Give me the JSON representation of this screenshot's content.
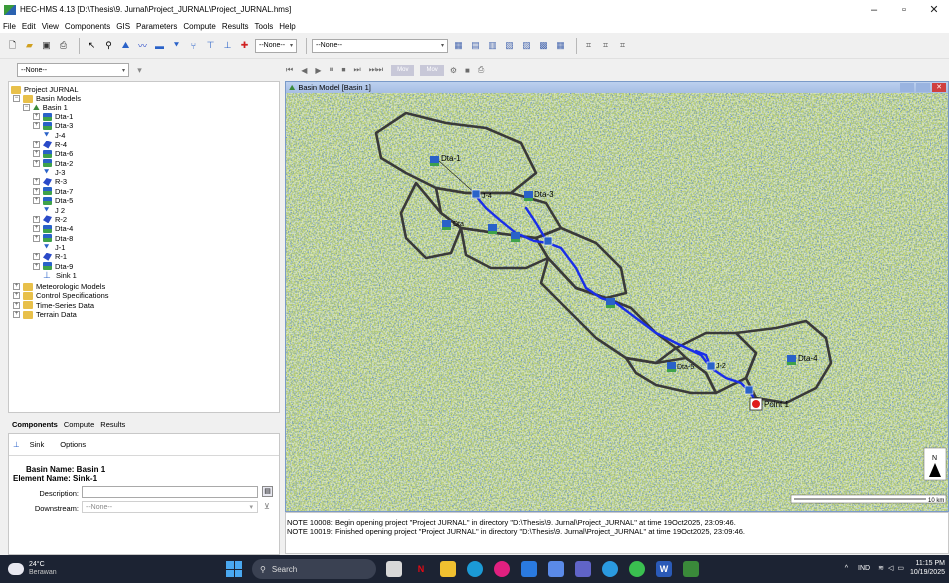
{
  "window": {
    "title": "HEC-HMS 4.13 [D:\\Thesis\\9. Jurnal\\Project_JURNAL\\Project_JURNAL.hms]",
    "minimize": "–",
    "restore": "▫",
    "close": "✕"
  },
  "menu": [
    "File",
    "Edit",
    "View",
    "Components",
    "GIS",
    "Parameters",
    "Compute",
    "Results",
    "Tools",
    "Help"
  ],
  "toolbar": {
    "combo1": "--None--",
    "combo2": "--None--",
    "combo3": "--None--"
  },
  "playback": {
    "buttons": [
      "⏮",
      "◀",
      "▶",
      "⏸",
      "⏹",
      "⏭",
      "⏭⏭"
    ],
    "btn_a": "Mov",
    "btn_b": "Mov"
  },
  "tree": {
    "project": "Project JURNAL",
    "basin_models": "Basin Models",
    "basin1": "Basin 1",
    "elements": [
      {
        "type": "sub",
        "label": "Dta-1"
      },
      {
        "type": "sub",
        "label": "Dta-3"
      },
      {
        "type": "junc",
        "label": "J-4"
      },
      {
        "type": "reach",
        "label": "R-4"
      },
      {
        "type": "sub",
        "label": "Dta-6"
      },
      {
        "type": "sub",
        "label": "Dta-2"
      },
      {
        "type": "junc",
        "label": "J-3"
      },
      {
        "type": "reach",
        "label": "R-3"
      },
      {
        "type": "sub",
        "label": "Dta-7"
      },
      {
        "type": "sub",
        "label": "Dta-5"
      },
      {
        "type": "junc",
        "label": "J 2"
      },
      {
        "type": "reach",
        "label": "R-2"
      },
      {
        "type": "sub",
        "label": "Dta-4"
      },
      {
        "type": "sub",
        "label": "Dta-8"
      },
      {
        "type": "junc",
        "label": "J-1"
      },
      {
        "type": "reach",
        "label": "R-1"
      },
      {
        "type": "sub",
        "label": "Dta-9"
      },
      {
        "type": "sink",
        "label": "Sink 1"
      }
    ],
    "others": [
      "Meteorologic Models",
      "Control Specifications",
      "Time-Series Data",
      "Terrain Data"
    ]
  },
  "bottom_tabs": [
    "Components",
    "Compute",
    "Results"
  ],
  "props": {
    "tabs": [
      "Sink",
      "Options"
    ],
    "basin_name": "Basin Name: Basin 1",
    "element_name": "Element Name: Sink-1",
    "description_label": "Description:",
    "downstream_label": "Downstream:",
    "downstream_value": "--None--"
  },
  "map": {
    "title": "Basin Model [Basin 1]",
    "labels": {
      "dta1": "Dta-1",
      "dta3": "Dta-3",
      "j4": "J-4",
      "dtaleft": "Dta",
      "j2": "J-2",
      "dta4": "Dta-4",
      "dta5": "Dta-5",
      "point": "Point 1"
    },
    "north": "N",
    "scale": "10 km"
  },
  "messages": [
    "NOTE 10008:  Begin opening project \"Project JURNAL\" in directory \"D:\\Thesis\\9. Jurnal\\Project_JURNAL\" at time 19Oct2025, 23:09:46.",
    "NOTE 10019:  Finished opening project \"Project JURNAL\" in directory \"D:\\Thesis\\9. Jurnal\\Project_JURNAL\" at time 19Oct2025, 23:09:46."
  ],
  "taskbar": {
    "temp": "24°C",
    "weather": "Berawan",
    "search": "Search",
    "lang": "IND",
    "time": "11:15 PM",
    "date": "10/19/2025"
  },
  "colors": {
    "map_bg": "#b9cf74",
    "river": "#1a2ee8",
    "boundary": "#3a3a3a",
    "taskbar": "#1c2333"
  }
}
